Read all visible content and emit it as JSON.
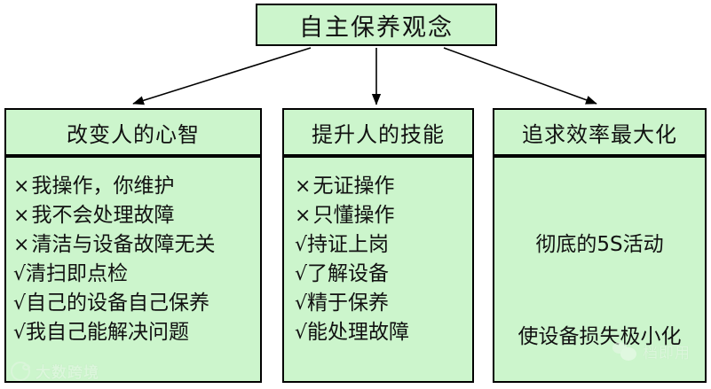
{
  "diagram": {
    "title_node": {
      "label": "自主保养观念"
    },
    "columns": [
      {
        "id": "mindset",
        "header": "改变人的心智",
        "items": [
          {
            "mark": "×",
            "text": "我操作，你维护"
          },
          {
            "mark": "×",
            "text": "我不会处理故障"
          },
          {
            "mark": "×",
            "text": "清洁与设备故障无关"
          },
          {
            "mark": "√",
            "text": "清扫即点检"
          },
          {
            "mark": "√",
            "text": "自己的设备自己保养"
          },
          {
            "mark": "√",
            "text": "我自己能解决问题"
          }
        ]
      },
      {
        "id": "skills",
        "header": "提升人的技能",
        "items": [
          {
            "mark": "×",
            "text": "无证操作"
          },
          {
            "mark": "×",
            "text": "只懂操作"
          },
          {
            "mark": "√",
            "text": "持证上岗"
          },
          {
            "mark": "√",
            "text": "了解设备"
          },
          {
            "mark": "√",
            "text": "精于保养"
          },
          {
            "mark": "√",
            "text": "能处理故障"
          }
        ]
      },
      {
        "id": "efficiency",
        "header": "追求效率最大化",
        "lines": [
          "彻底的5S活动",
          "使设备损失极小化"
        ]
      }
    ],
    "connectors": [
      {
        "name": "arrow-to-mindset",
        "from": "title-node",
        "to": "mindset"
      },
      {
        "name": "arrow-to-skills",
        "from": "title-node",
        "to": "skills"
      },
      {
        "name": "arrow-to-efficiency",
        "from": "title-node",
        "to": "efficiency"
      }
    ]
  },
  "watermarks": {
    "left": {
      "text": "大数跨境",
      "icon": "circle-logo-icon"
    },
    "right": {
      "text": "档即用",
      "icon": "wechat-icon"
    }
  },
  "colors": {
    "node_fill": "#ccf5cc",
    "node_border": "#000000",
    "text": "#111111",
    "background": "#ffffff"
  }
}
